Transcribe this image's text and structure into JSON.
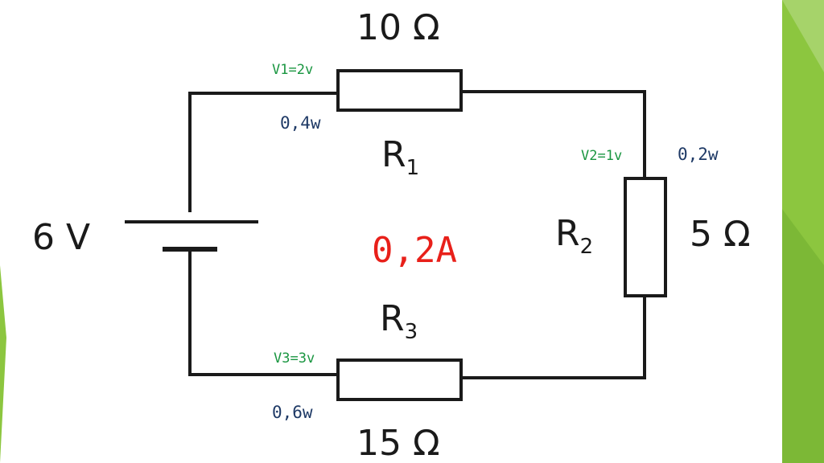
{
  "diagram": {
    "battery": {
      "voltage": "6 V"
    },
    "current": "0,2A",
    "resistors": [
      {
        "letter": "R",
        "sub": "1",
        "ohms": "10 Ω",
        "voltage": "V1=2v",
        "power": "0,4w"
      },
      {
        "letter": "R",
        "sub": "2",
        "ohms": "5 Ω",
        "voltage": "V2=1v",
        "power": "0,2w"
      },
      {
        "letter": "R",
        "sub": "3",
        "ohms": "15 Ω",
        "voltage": "V3=3v",
        "power": "0,6w"
      }
    ]
  },
  "colors": {
    "wire": "#1a1a1a",
    "voltage_text": "#1a9641",
    "power_text": "#1f3a66",
    "current_text": "#e8201a",
    "accent_green": "#8cc63f",
    "accent_green_dark": "#6aaa2a"
  }
}
